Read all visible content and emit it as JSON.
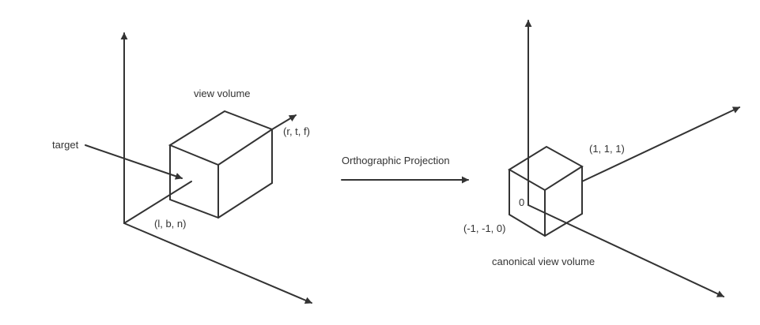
{
  "labels": {
    "view_volume": "view volume",
    "target": "target",
    "rtf": "(r, t, f)",
    "lbn": "(l, b, n)",
    "projection": "Orthographic Projection",
    "one_one_one": "(1, 1, 1)",
    "zero": "0",
    "neg_corner": "(-1, -1, 0)",
    "canonical": "canonical view volume"
  },
  "colors": {
    "stroke": "#333333",
    "background": "#ffffff"
  }
}
